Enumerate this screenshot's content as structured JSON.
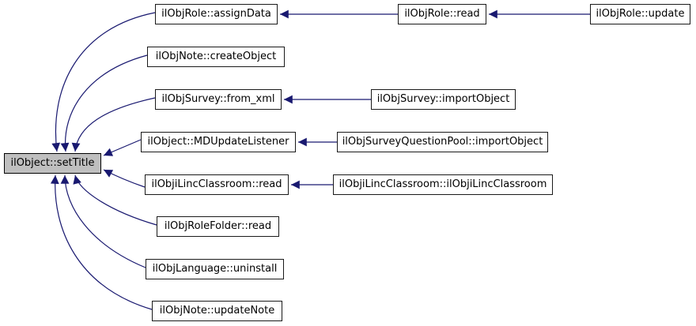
{
  "diagram": {
    "type": "doxygen-caller-graph",
    "focus_node": "ilObject::setTitle",
    "colors": {
      "edge": "#191970",
      "node_border": "#1a1a1a",
      "node_fill": "#ffffff",
      "focus_fill": "#bfbfbf",
      "text": "#000000",
      "background": "#ffffff"
    },
    "nodes": [
      {
        "id": "setTitle",
        "label": "ilObject::setTitle"
      },
      {
        "id": "assignData",
        "label": "ilObjRole::assignData"
      },
      {
        "id": "createObject",
        "label": "ilObjNote::createObject"
      },
      {
        "id": "from_xml",
        "label": "ilObjSurvey::from_xml"
      },
      {
        "id": "MDUpdateListener",
        "label": "ilObject::MDUpdateListener"
      },
      {
        "id": "iLincRead",
        "label": "ilObjiLincClassroom::read"
      },
      {
        "id": "roleFolderRead",
        "label": "ilObjRoleFolder::read"
      },
      {
        "id": "uninstall",
        "label": "ilObjLanguage::uninstall"
      },
      {
        "id": "updateNote",
        "label": "ilObjNote::updateNote"
      },
      {
        "id": "roleRead",
        "label": "ilObjRole::read"
      },
      {
        "id": "roleUpdate",
        "label": "ilObjRole::update"
      },
      {
        "id": "surveyImportObject",
        "label": "ilObjSurvey::importObject"
      },
      {
        "id": "qpoolImportObject",
        "label": "ilObjSurveyQuestionPool::importObject"
      },
      {
        "id": "iLincCtor",
        "label": "ilObjiLincClassroom::ilObjiLincClassroom"
      }
    ],
    "edges": [
      {
        "from": "ilObjRole::assignData",
        "to": "ilObject::setTitle"
      },
      {
        "from": "ilObjNote::createObject",
        "to": "ilObject::setTitle"
      },
      {
        "from": "ilObjSurvey::from_xml",
        "to": "ilObject::setTitle"
      },
      {
        "from": "ilObject::MDUpdateListener",
        "to": "ilObject::setTitle"
      },
      {
        "from": "ilObjiLincClassroom::read",
        "to": "ilObject::setTitle"
      },
      {
        "from": "ilObjRoleFolder::read",
        "to": "ilObject::setTitle"
      },
      {
        "from": "ilObjLanguage::uninstall",
        "to": "ilObject::setTitle"
      },
      {
        "from": "ilObjNote::updateNote",
        "to": "ilObject::setTitle"
      },
      {
        "from": "ilObjRole::read",
        "to": "ilObjRole::assignData"
      },
      {
        "from": "ilObjRole::update",
        "to": "ilObjRole::read"
      },
      {
        "from": "ilObjSurvey::importObject",
        "to": "ilObjSurvey::from_xml"
      },
      {
        "from": "ilObjSurveyQuestionPool::importObject",
        "to": "ilObject::MDUpdateListener"
      },
      {
        "from": "ilObjiLincClassroom::ilObjiLincClassroom",
        "to": "ilObjiLincClassroom::read"
      }
    ]
  }
}
